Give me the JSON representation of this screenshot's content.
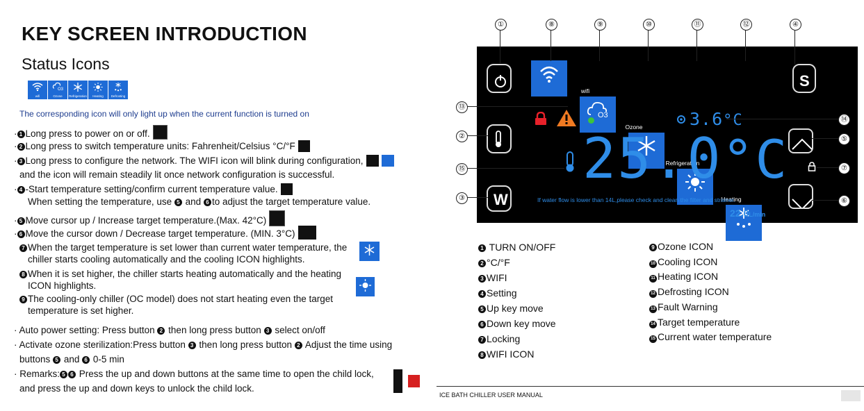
{
  "header": {
    "title": "KEY SCREEN INTRODUCTION",
    "subtitle": "Status Icons",
    "note": "The corresponding icon will only light up when the current function is turned on"
  },
  "status_icons": [
    {
      "label": "wifi",
      "icon": "wifi-icon"
    },
    {
      "label": "Ozone",
      "icon": "ozone-icon"
    },
    {
      "label": "Refrigeration",
      "icon": "snowflake-icon"
    },
    {
      "label": "Heating",
      "icon": "sun-icon"
    },
    {
      "label": "Defrosting",
      "icon": "defrost-icon"
    }
  ],
  "instructions": {
    "l1": "Long press to power on or off.",
    "l2": "Long press to switch temperature units: Fahrenheit/Celsius °C/°F",
    "l3a": "Long press to configure the network. The WIFI icon will blink during configuration,",
    "l3b": "and the icon will remain steadily lit once network configuration is successful.",
    "l4a": "-Start temperature setting/confirm current temperature value.",
    "l4b1": "When setting the temperature, use",
    "l4b2": "and",
    "l4b3": "to adjust the target temperature value.",
    "l5": "Move cursor up / Increase target temperature.(Max. 42°C)",
    "l6": "Move the cursor down / Decrease target temperature. (MIN. 3°C)",
    "l7a": "When the target temperature is set lower than current water temperature, the",
    "l7b": "chiller starts cooling automatically and the cooling ICON highlights.",
    "l8a": "When it is set higher, the chiller starts heating automatically and the heating",
    "l8b": "ICON highlights.",
    "l9a": "The cooling-only chiller (OC model) does not start heating even the target",
    "l9b": "temperature is set higher.",
    "auto1": "Auto power setting: Press button",
    "auto2": "then long press button",
    "auto3": "select on/off",
    "ozone1": "Activate ozone sterilization:Press button",
    "ozone2": "then long press button",
    "ozone3": "Adjust the time using",
    "ozone4": "buttons",
    "ozone5": "and",
    "ozone6": "0-5 min",
    "rem1": "Remarks:",
    "rem2": "Press the up and down buttons at the same time to open the child lock,",
    "rem3": "and press the up and down keys to unlock the child lock."
  },
  "display": {
    "tiles": [
      {
        "label": "wifi"
      },
      {
        "label": "Ozone"
      },
      {
        "label": "Refrigeration"
      },
      {
        "label": "Heating"
      },
      {
        "label": "Defrosting"
      }
    ],
    "target_temp": "3.6",
    "target_unit": "°C",
    "current_temp": "25.0",
    "current_unit": "°C",
    "message": "If water flow is lower than 14L,please check and clean the  filter and strainer.",
    "flow_value": "22.0",
    "flow_unit": "L/min",
    "colors": {
      "accent": "#1e6bd6",
      "digits": "#2f8de8",
      "warning": "#f07a22",
      "lock": "#e8212a",
      "ok": "#3cc43c"
    }
  },
  "callouts": [
    "①",
    "②",
    "③",
    "④",
    "⑤",
    "⑥",
    "⑦",
    "⑧",
    "⑨",
    "⑩",
    "⑪",
    "⑫",
    "⑬",
    "⑭",
    "⑮"
  ],
  "legend_left": [
    "TURN ON/OFF",
    "°C/°F",
    "WIFI",
    "Setting",
    "Up key move",
    "Down key move",
    "Locking",
    "WIFI ICON"
  ],
  "legend_right": [
    "Ozone ICON",
    "Cooling ICON",
    "Heating ICON",
    "Defrosting ICON",
    "Fault Warning",
    "Target temperature",
    "Current water temperature"
  ],
  "footer": "ICE BATH CHILLER USER MANUAL"
}
